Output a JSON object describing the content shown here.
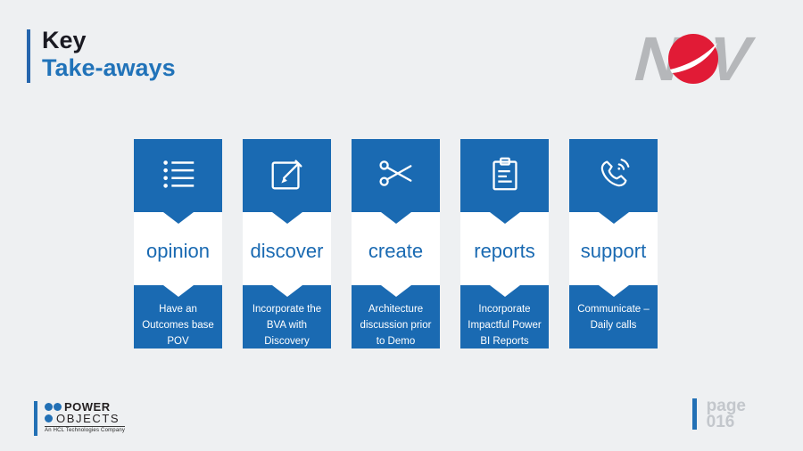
{
  "slide": {
    "title": {
      "line1": "Key",
      "line2": "Take-aways"
    },
    "page": {
      "label": "page",
      "number": "016"
    }
  },
  "nov_logo": {
    "letter_n": "N",
    "letter_v": "V"
  },
  "powerobjects_logo": {
    "word1": "POWER",
    "word2": "OBJECTS",
    "tagline": "An HCL Technologies Company"
  },
  "cards": [
    {
      "icon": "bulleted-list-icon",
      "word": "opinion",
      "description": "Have an Outcomes base POV"
    },
    {
      "icon": "edit-pencil-icon",
      "word": "discover",
      "description": "Incorporate the BVA with Discovery"
    },
    {
      "icon": "scissors-icon",
      "word": "create",
      "description": "Architecture discussion prior to Demo"
    },
    {
      "icon": "clipboard-icon",
      "word": "reports",
      "description": "Incorporate Impactful Power BI Reports"
    },
    {
      "icon": "phone-call-icon",
      "word": "support",
      "description": "Communicate – Daily calls"
    }
  ],
  "colors": {
    "background": "#eef0f2",
    "card_blue": "#1a6ab2",
    "title_blue": "#2173b9",
    "title_dark": "#1a1a22",
    "accent_bar": "#2565ad",
    "nov_gray": "#b5b7ba",
    "nov_red": "#e11b36",
    "page_gray": "#c3c7cc"
  }
}
